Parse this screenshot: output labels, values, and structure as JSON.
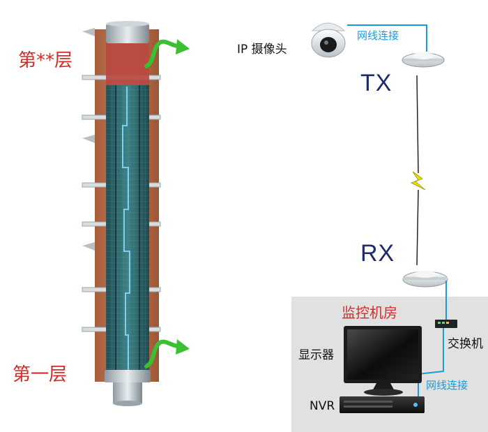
{
  "floors": {
    "top_label": "第**层",
    "bottom_label": "第一层"
  },
  "camera": {
    "label": "IP 摄像头",
    "link_label": "网线连接"
  },
  "tx": {
    "label": "TX"
  },
  "rx": {
    "label": "RX"
  },
  "room": {
    "title": "监控机房",
    "switch_label": "交换机",
    "monitor_label": "显示器",
    "nvr_label": "NVR",
    "link_label": "网线连接"
  },
  "colors": {
    "label_red": "#d42a2a",
    "link_blue": "#1a9ad6",
    "txrx_navy": "#1e2a6b",
    "shaft_teal": "#2f6f73",
    "brick": "#b56a45",
    "arrow_green": "#3cbf32",
    "signal_yellow": "#e8e000"
  }
}
